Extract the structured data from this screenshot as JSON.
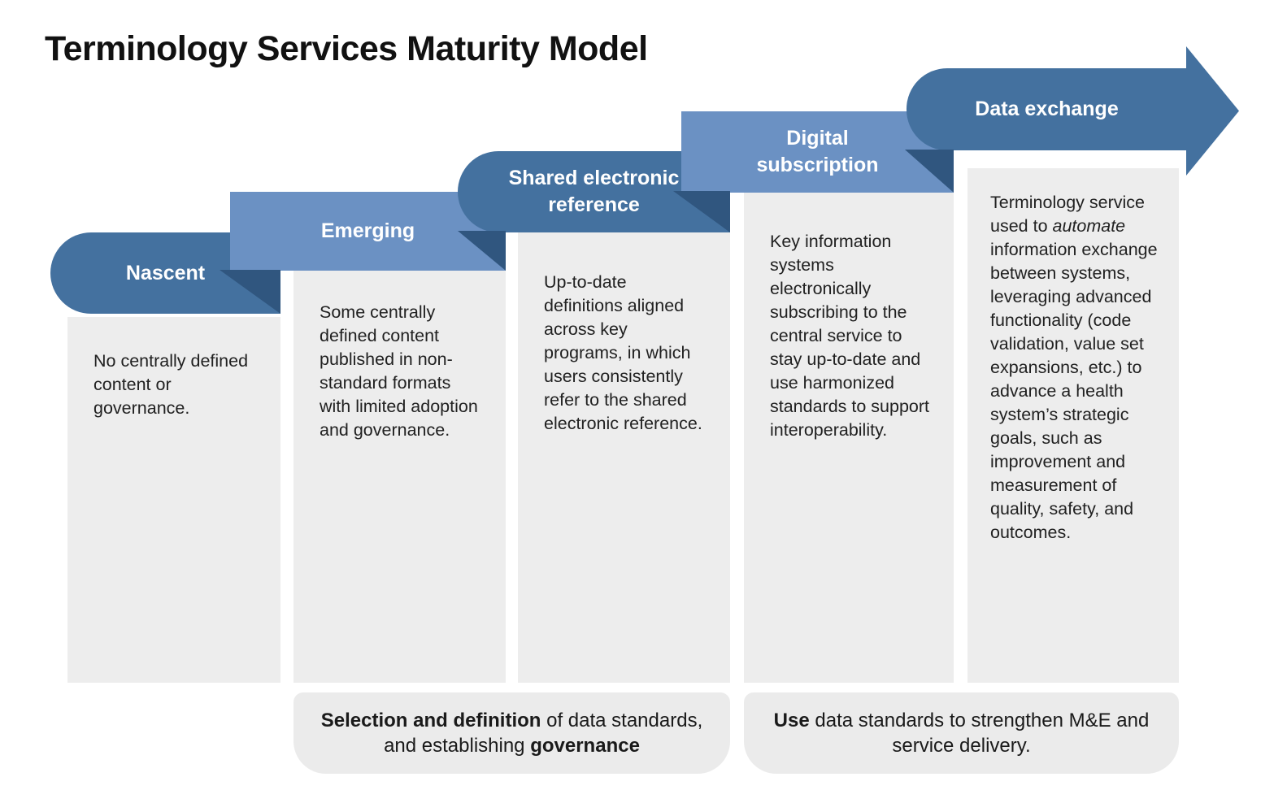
{
  "title": "Terminology Services Maturity Model",
  "colors": {
    "dark_blue_banner": "#44719F",
    "light_blue_banner": "#6B91C3",
    "fold_navy": "#30567F",
    "column_gray": "#EDEDED",
    "footer_gray": "#EBEBEB",
    "banner_text": "#FFFFFF",
    "body_text": "#212121"
  },
  "stages": [
    {
      "label": "Nascent",
      "tone": "dark",
      "description": [
        {
          "text": "No centrally defined content or governance."
        }
      ]
    },
    {
      "label": "Emerging",
      "tone": "light",
      "description": [
        {
          "text": "Some centrally defined content published in non-standard formats with limited adoption and governance."
        }
      ]
    },
    {
      "label": "Shared electronic reference",
      "tone": "dark",
      "description": [
        {
          "text": "Up-to-date definitions aligned across key programs, in which users consistently refer to the shared electronic reference."
        }
      ]
    },
    {
      "label": "Digital subscription",
      "tone": "light",
      "description": [
        {
          "text": "Key information systems electronically subscribing to the central service to stay up-to-date and use harmonized standards to support interoperability."
        }
      ]
    },
    {
      "label": "Data exchange",
      "tone": "dark",
      "description": [
        {
          "text": "Terminology service used to "
        },
        {
          "text": "automate",
          "italic": true
        },
        {
          "text": " information exchange between systems, leveraging advanced functionality (code validation, value set expansions, etc.) to advance a health system’s strategic goals, such as improvement and measurement of quality, safety, and outcomes."
        }
      ]
    }
  ],
  "footers": [
    {
      "segments": [
        {
          "text": "Selection and definition",
          "bold": true
        },
        {
          "text": " of data standards, and establishing "
        },
        {
          "text": "governance",
          "bold": true
        }
      ]
    },
    {
      "segments": [
        {
          "text": "Use",
          "bold": true
        },
        {
          "text": " data standards to strengthen M&E and service delivery."
        }
      ]
    }
  ]
}
